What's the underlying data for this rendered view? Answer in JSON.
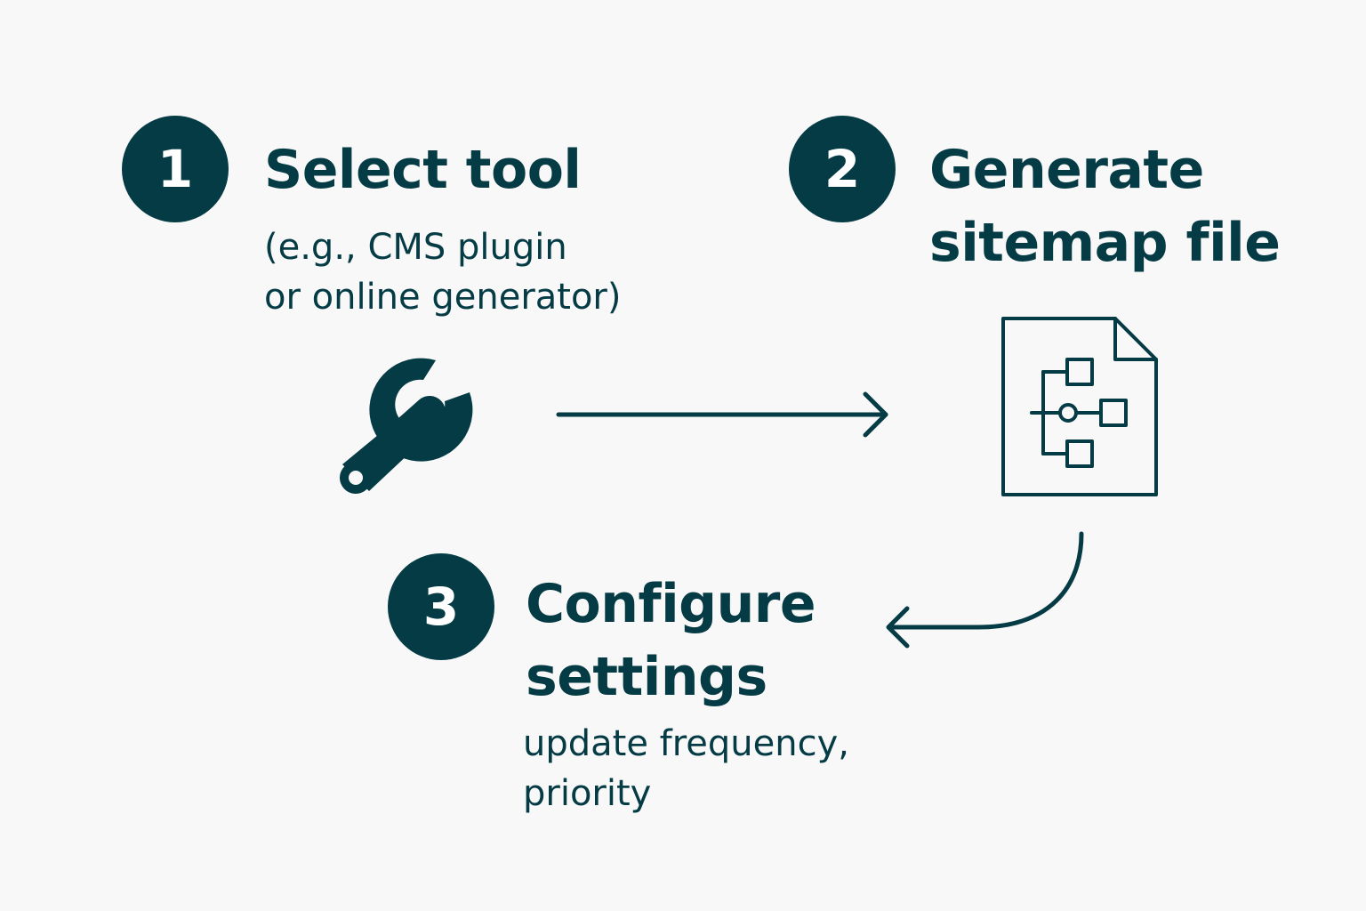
{
  "colors": {
    "primary": "#053b45",
    "background": "#f8f8f8",
    "badge_text": "#ffffff"
  },
  "steps": [
    {
      "number": "1",
      "title": "Select tool",
      "description": "(e.g., CMS plugin\nor online generator)",
      "icon": "wrench-icon"
    },
    {
      "number": "2",
      "title": "Generate\nsitemap file",
      "icon": "sitemap-file-icon"
    },
    {
      "number": "3",
      "title": "Configure\nsettings",
      "description": "update frequency,\npriority"
    }
  ],
  "connectors": [
    {
      "from": "1",
      "to": "2",
      "icon": "arrow-right-icon"
    },
    {
      "from": "2",
      "to": "3",
      "icon": "curved-arrow-left-icon"
    }
  ]
}
